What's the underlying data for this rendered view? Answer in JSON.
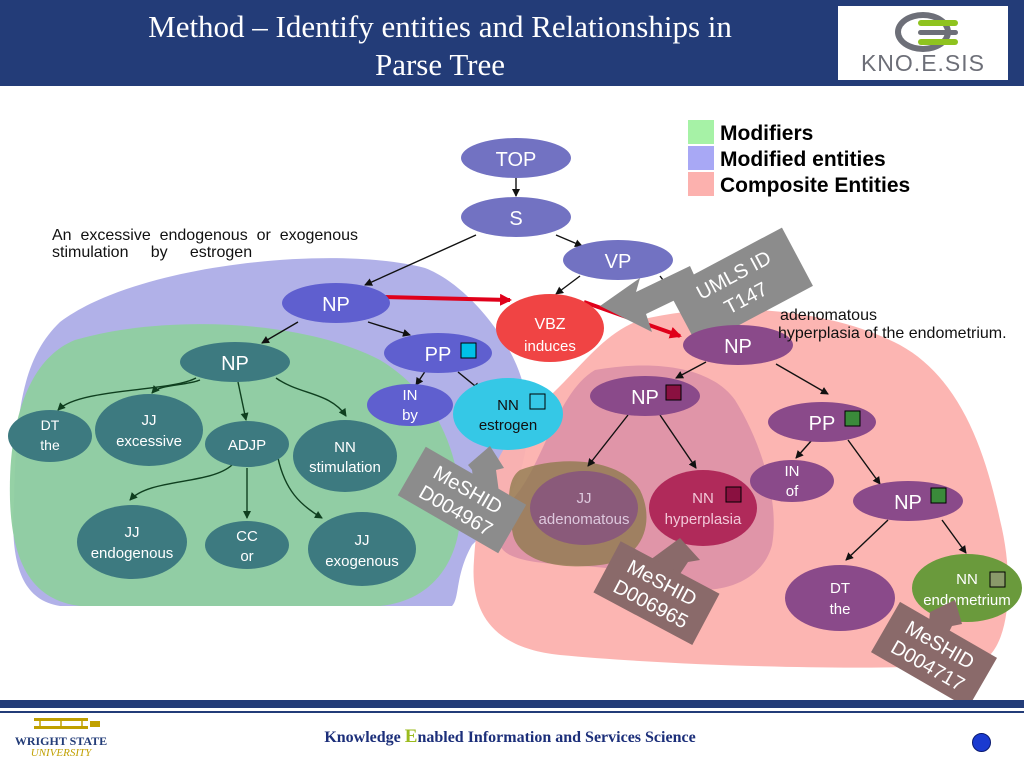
{
  "header": {
    "title_line1": "Method – Identify entities and Relationships in",
    "title_line2": "Parse Tree",
    "logo_text": "KNO.E.SIS"
  },
  "legend": {
    "items": [
      {
        "label": "Modifiers",
        "color": "#a6f2a6"
      },
      {
        "label": "Modified entities",
        "color": "#a8a8f5"
      },
      {
        "label": "Composite Entities",
        "color": "#fcb1ae"
      }
    ]
  },
  "sentence": {
    "part1_line1": "An  excessive  endogenous  or  exogenous",
    "part1_line2": "stimulation     by     estrogen",
    "part2_line1": "adenomatous",
    "part2_line2": "hyperplasia of the endometrium."
  },
  "nodes": {
    "top": "TOP",
    "s": "S",
    "vp": "VP",
    "np_subject": "NP",
    "vbz_tag": "VBZ",
    "vbz_word": "induces",
    "np_left": "NP",
    "pp_left": "PP",
    "in_by_tag": "IN",
    "in_by_word": "by",
    "nn_estrogen_tag": "NN",
    "nn_estrogen_word": "estrogen",
    "dt_the_tag": "DT",
    "dt_the_word": "the",
    "jj_excessive_tag": "JJ",
    "jj_excessive_word": "excessive",
    "adjp": "ADJP",
    "nn_stimulation_tag": "NN",
    "nn_stimulation_word": "stimulation",
    "jj_endogenous_tag": "JJ",
    "jj_endogenous_word": "endogenous",
    "cc_or_tag": "CC",
    "cc_or_word": "or",
    "jj_exogenous_tag": "JJ",
    "jj_exogenous_word": "exogenous",
    "np_object": "NP",
    "np_right_inner": "NP",
    "pp_right": "PP",
    "jj_adenomatous_tag": "JJ",
    "jj_adenomatous_word": "adenomatous",
    "nn_hyperplasia_tag": "NN",
    "nn_hyperplasia_word": "hyperplasia",
    "in_of_tag": "IN",
    "in_of_word": "of",
    "np_of": "NP",
    "dt_the2_tag": "DT",
    "dt_the2_word": "the",
    "nn_endometrium_tag": "NN",
    "nn_endometrium_word": "endometrium"
  },
  "callouts": {
    "umls_line1": "UMLS ID",
    "umls_line2": "T147",
    "meshid1_line1": "MeSHID",
    "meshid1_line2": "D004967",
    "meshid2_line1": "MeSHID",
    "meshid2_line2": "D006965",
    "meshid3_line1": "MeSHID",
    "meshid3_line2": "D004717"
  },
  "footer": {
    "text_before": "Knowledge ",
    "text_e": "E",
    "text_after": "nabled Information and Services Science",
    "university_name": "WRIGHT STATE",
    "university_sub": "UNIVERSITY"
  }
}
